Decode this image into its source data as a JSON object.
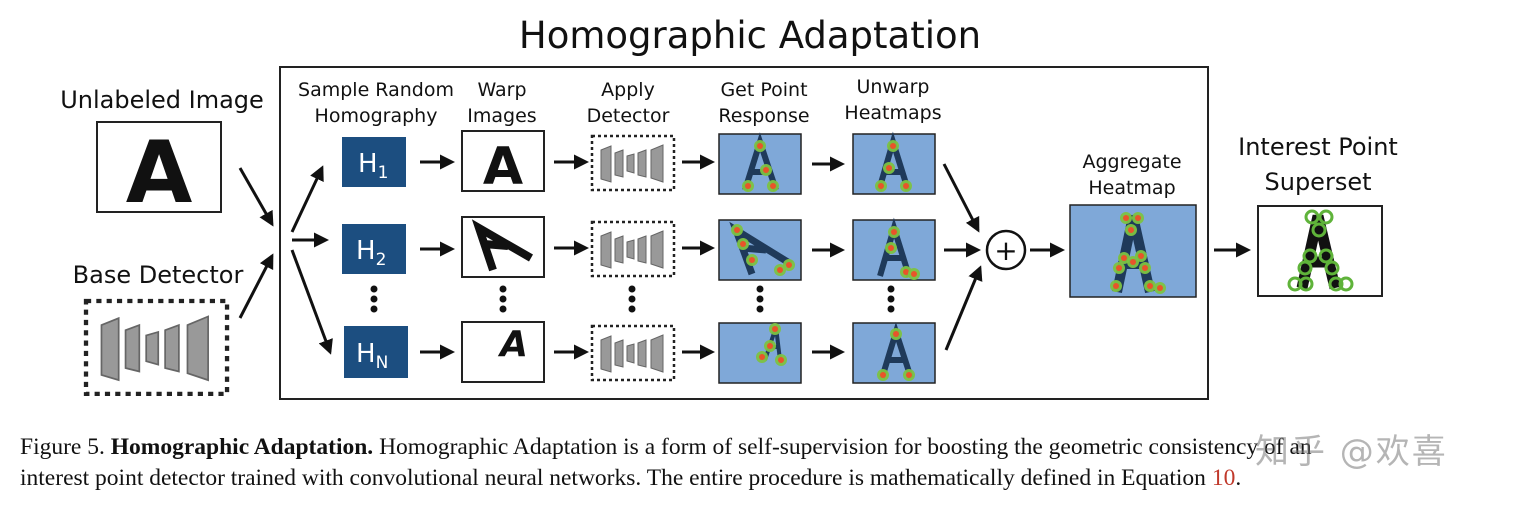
{
  "title": "Homographic Adaptation",
  "inputs": {
    "unlabeled_image": "Unlabeled Image",
    "image_letter": "A",
    "base_detector": "Base Detector"
  },
  "stages": {
    "sample": [
      "Sample Random",
      "Homography"
    ],
    "warp": [
      "Warp",
      "Images"
    ],
    "apply": [
      "Apply",
      "Detector"
    ],
    "response": [
      "Get Point",
      "Response"
    ],
    "unwarp": [
      "Unwarp",
      "Heatmaps"
    ]
  },
  "homographies": [
    {
      "base": "H",
      "sub": "1"
    },
    {
      "base": "H",
      "sub": "2"
    },
    {
      "base": "H",
      "sub": "N"
    }
  ],
  "aggregate": [
    "Aggregate",
    "Heatmap"
  ],
  "plus_symbol": "+",
  "output": [
    "Interest Point",
    "Superset"
  ],
  "caption": {
    "label": "Figure 5.",
    "bold": "Homographic Adaptation.",
    "line1_rest": "Homographic Adaptation is a form of self-supervision for boosting the geometric consistency of an",
    "line2": "interest point detector trained with convolutional neural networks. The entire procedure is mathematically defined in Equation",
    "ref": "10",
    "end": "."
  },
  "watermark": "知乎 @欢喜",
  "colors": {
    "h_box": "#1c4e80",
    "heatmap_bg": "#7fa8d8",
    "heat_ring": "#7dc242",
    "heat_core": "#e8542a",
    "frame": "#222222"
  },
  "icons": [
    "plus-circle-icon",
    "arrow-icon",
    "detector-network-icon",
    "ellipsis-icon"
  ]
}
